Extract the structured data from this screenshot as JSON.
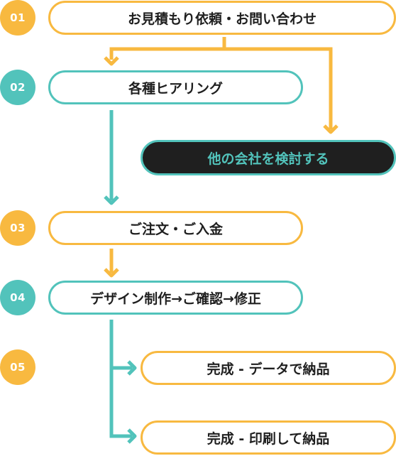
{
  "colors": {
    "yellow": "#F8B940",
    "teal": "#52C3BB",
    "dark": "#1F1F1F",
    "text": "#1F1F1F",
    "white": "#FFFFFF"
  },
  "steps": [
    {
      "number": "01",
      "label": "お見積もり依頼・お問い合わせ"
    },
    {
      "number": "02",
      "label": "各種ヒアリング"
    },
    {
      "number": "03",
      "label": "ご注文・ご入金"
    },
    {
      "number": "04",
      "label": "デザイン制作→ご確認→修正"
    },
    {
      "number": "05",
      "label": ""
    }
  ],
  "alternative": {
    "label": "他の会社を検討する"
  },
  "delivery_options": [
    {
      "label": "完成 - データで納品"
    },
    {
      "label": "完成 - 印刷して納品"
    }
  ]
}
